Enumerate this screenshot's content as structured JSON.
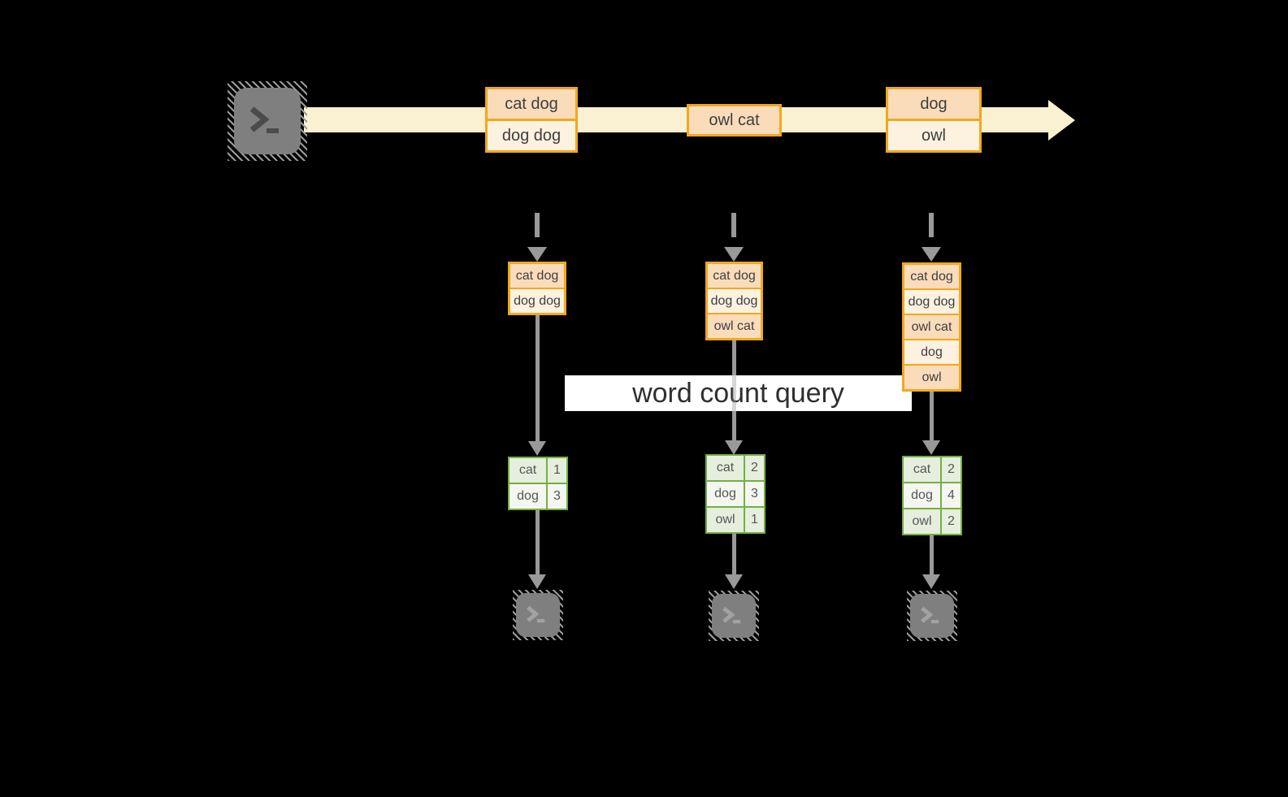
{
  "diagram": {
    "query_label": "word count query",
    "source_icon": "terminal-prompt-icon",
    "sink_icon": "terminal-prompt-icon",
    "stream_batches": [
      {
        "lines": [
          "cat dog",
          "dog dog"
        ]
      },
      {
        "lines": [
          "owl cat"
        ]
      },
      {
        "lines": [
          "dog",
          "owl"
        ]
      }
    ],
    "columns": [
      {
        "buffer": [
          "cat dog",
          "dog dog"
        ],
        "counts": [
          {
            "word": "cat",
            "count": "1"
          },
          {
            "word": "dog",
            "count": "3"
          }
        ]
      },
      {
        "buffer": [
          "cat dog",
          "dog dog",
          "owl cat"
        ],
        "counts": [
          {
            "word": "cat",
            "count": "2"
          },
          {
            "word": "dog",
            "count": "3"
          },
          {
            "word": "owl",
            "count": "1"
          }
        ]
      },
      {
        "buffer": [
          "cat dog",
          "dog dog",
          "owl cat",
          "dog",
          "owl"
        ],
        "counts": [
          {
            "word": "cat",
            "count": "2"
          },
          {
            "word": "dog",
            "count": "4"
          },
          {
            "word": "owl",
            "count": "2"
          }
        ]
      }
    ]
  },
  "palette": {
    "background": "#000000",
    "stream_band": "#faf0d2",
    "batch_border": "#f0a81e",
    "batch_fill_dark": "#fadcbb",
    "batch_fill_light": "#fdf1e0",
    "table_border": "#72b043",
    "table_fill_a": "#e6eedd",
    "table_fill_b": "#f4f7f0",
    "arrow_gray": "#999999",
    "terminal_gray": "#7f7f7f",
    "query_bg": "#ffffff",
    "text": "#3e3e3e"
  }
}
